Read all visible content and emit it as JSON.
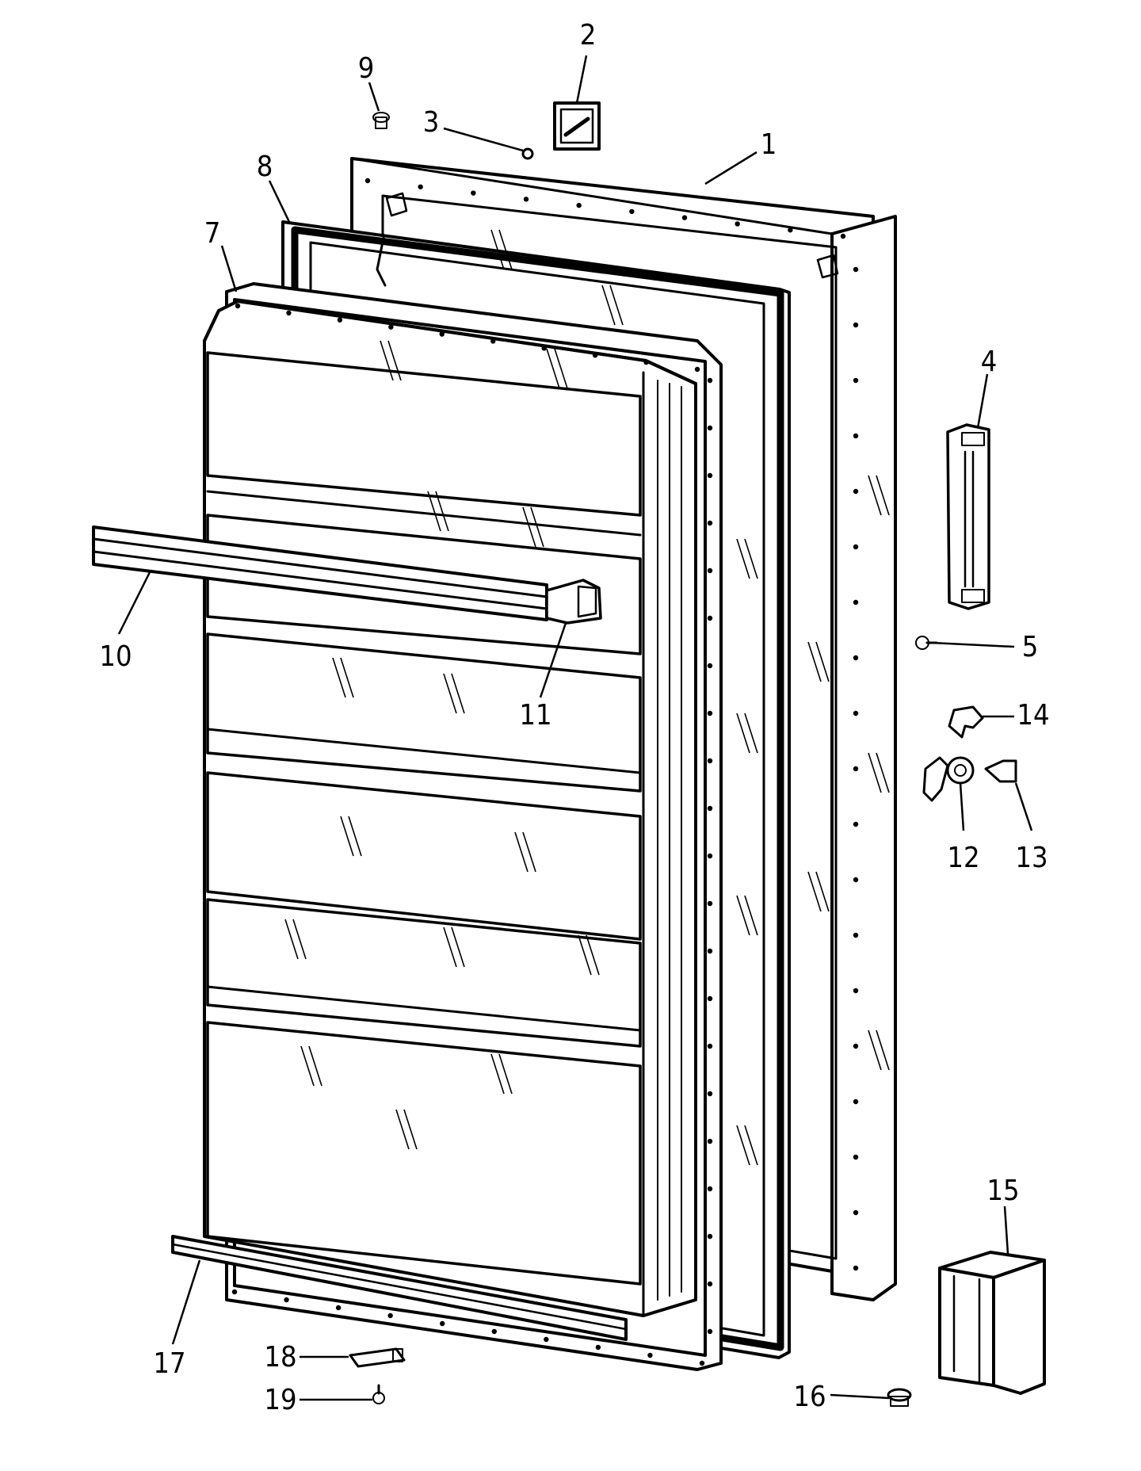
{
  "parts": [
    {
      "id": "1",
      "label": "1"
    },
    {
      "id": "2",
      "label": "2"
    },
    {
      "id": "3",
      "label": "3"
    },
    {
      "id": "4",
      "label": "4"
    },
    {
      "id": "5",
      "label": "5"
    },
    {
      "id": "7",
      "label": "7"
    },
    {
      "id": "8",
      "label": "8"
    },
    {
      "id": "9",
      "label": "9"
    },
    {
      "id": "10",
      "label": "10"
    },
    {
      "id": "11",
      "label": "11"
    },
    {
      "id": "12",
      "label": "12"
    },
    {
      "id": "13",
      "label": "13"
    },
    {
      "id": "14",
      "label": "14"
    },
    {
      "id": "15",
      "label": "15"
    },
    {
      "id": "16",
      "label": "16"
    },
    {
      "id": "17",
      "label": "17"
    },
    {
      "id": "18",
      "label": "18"
    },
    {
      "id": "19",
      "label": "19"
    }
  ],
  "colors": {
    "ink": "#000000",
    "paper": "#ffffff"
  }
}
